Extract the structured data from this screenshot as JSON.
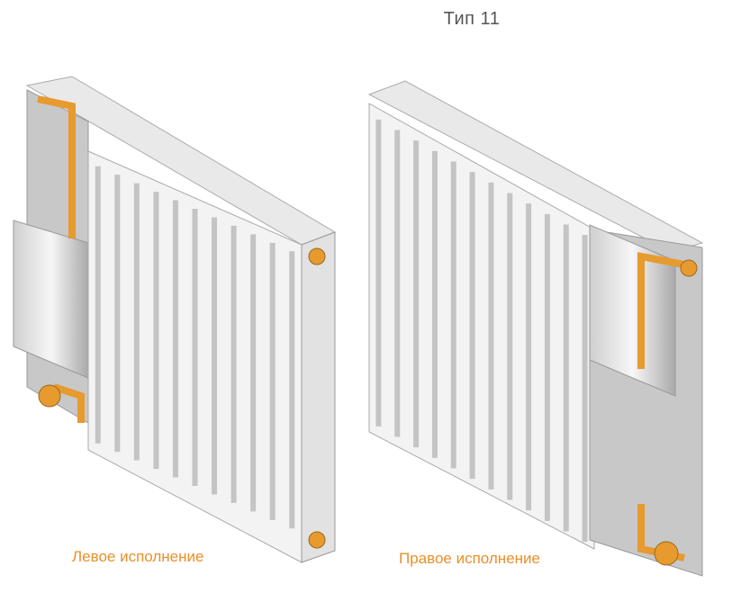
{
  "title": "Тип 11",
  "radiators": [
    {
      "caption": "Левое исполнение"
    },
    {
      "caption": "Правое исполнение"
    }
  ],
  "colors": {
    "accent": "#e8902a",
    "pipe": "#e79a2e",
    "panel": "#f4f4f4",
    "shadow": "#b9b9b9"
  }
}
